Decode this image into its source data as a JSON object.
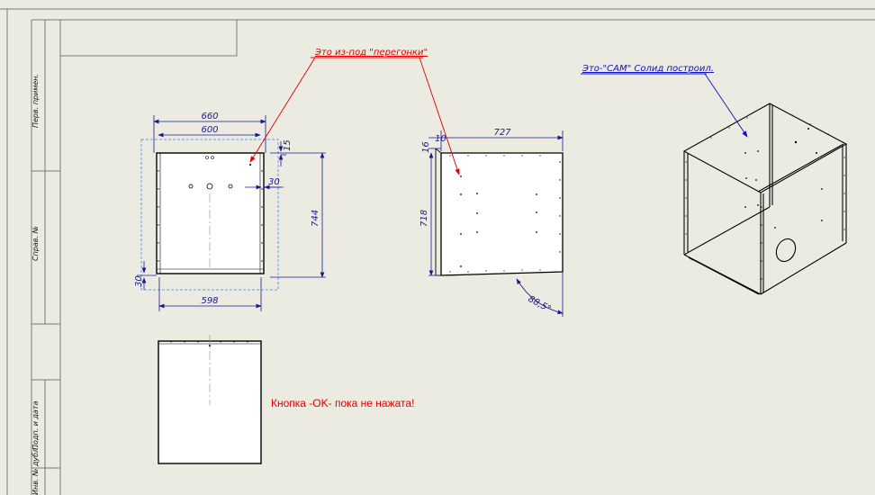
{
  "side_stamp": {
    "perv_primen": "Перв. примен.",
    "sprav_no": "Справ. №",
    "podp_data": "Подп. и дата",
    "inv_dubl": "Инв. № дубл."
  },
  "annotations": {
    "peregonka_note": "Это из-под \"перегонки\"",
    "cam_note": "Это-\"CAM\" Солид построил.",
    "ok_status": "Кнопка -OK- пока не нажата!"
  },
  "dimensions": {
    "front_660": "660",
    "front_600": "600",
    "front_15": "15",
    "front_30_right": "30",
    "front_744": "744",
    "front_30_left": "30",
    "front_598": "598",
    "side_10": "10",
    "side_727": "727",
    "side_16": "16",
    "side_718": "718",
    "angle": "88,5°"
  },
  "colors": {
    "sheet_bg": "#ecebe1",
    "dimension": "#1a1a8c",
    "leader_red": "#e00000",
    "leader_blue": "#1010c0",
    "border_gray": "#7a7a7a"
  }
}
